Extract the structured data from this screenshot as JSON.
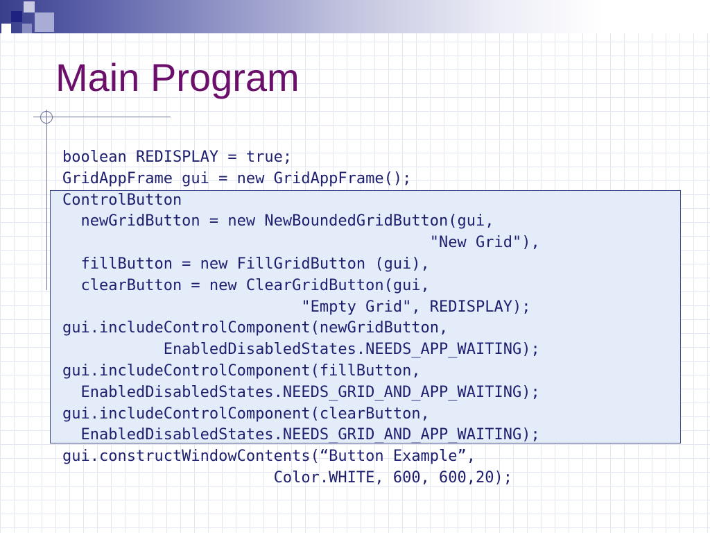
{
  "slide": {
    "title": "Main Program",
    "code_lines": [
      "boolean REDISPLAY = true;",
      "GridAppFrame gui = new GridAppFrame();",
      "ControlButton",
      "  newGridButton = new NewBoundedGridButton(gui,",
      "                                        \"New Grid\"),",
      "  fillButton = new FillGridButton (gui),",
      "  clearButton = new ClearGridButton(gui,",
      "                          \"Empty Grid\", REDISPLAY);",
      "gui.includeControlComponent(newGridButton,",
      "           EnabledDisabledStates.NEEDS_APP_WAITING);",
      "gui.includeControlComponent(fillButton,",
      "  EnabledDisabledStates.NEEDS_GRID_AND_APP_WAITING);",
      "gui.includeControlComponent(clearButton,",
      "  EnabledDisabledStates.NEEDS_GRID_AND_APP_WAITING);",
      "gui.constructWindowContents(“Button Example”,",
      "                       Color.WHITE, 600, 600,20);"
    ]
  },
  "colors": {
    "title": "#6b0f6b",
    "code": "#1d1f6e",
    "highlight_fill": "#e4ecfa",
    "highlight_border": "#3c4b8a"
  }
}
